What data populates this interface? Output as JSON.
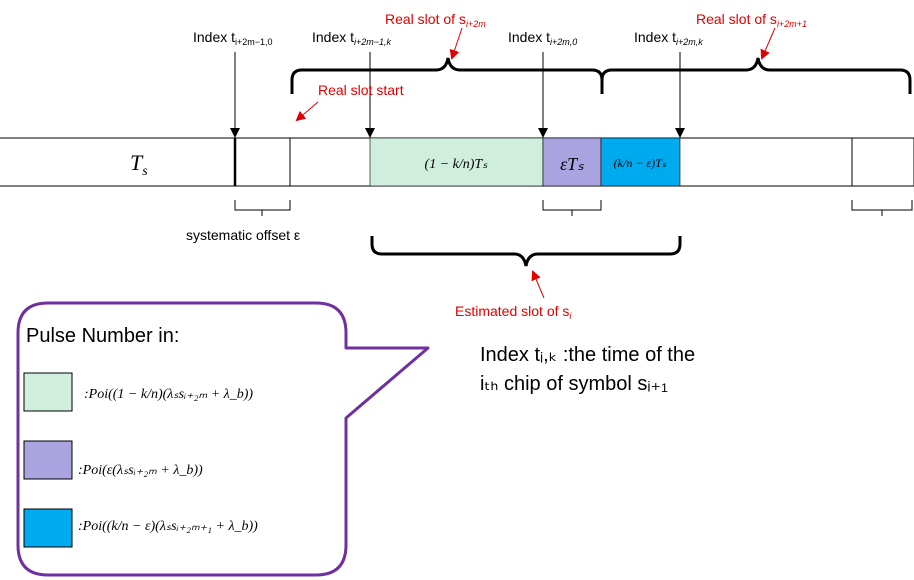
{
  "labels": {
    "index_1": "Index t",
    "index_1_sub": "i+2m−1,0",
    "index_2": "Index t",
    "index_2_sub": "i+2m−1,k",
    "index_3": "Index t",
    "index_3_sub": "i+2m,0",
    "index_4": "Index t",
    "index_4_sub": "i+2m,k",
    "real_slot_1": "Real slot of s",
    "real_slot_1_sub": "i+2m",
    "real_slot_2": "Real slot of s",
    "real_slot_2_sub": "i+2m+1",
    "real_slot_start": "Real slot start",
    "systematic_offset": "systematic offset ε",
    "estimated_slot": "Estimated slot of s",
    "estimated_slot_sub": "i",
    "ts_label": "T",
    "ts_sub": "s",
    "seg_green": "(1 − k/n)Tₛ",
    "seg_purple": "εTₛ",
    "seg_blue": "(k/n − ε)Tₛ"
  },
  "callout": {
    "title": "Pulse Number in:",
    "legend": [
      {
        "formula": ":Poi((1 − k/n)(λₛsᵢ₊₂ₘ + λ_b))",
        "color": "#cfeedd"
      },
      {
        "formula": ":Poi(ε(λₛsᵢ₊₂ₘ + λ_b))",
        "color": "#a9a3e0"
      },
      {
        "formula": ":Poi((k/n − ε)(λₛsᵢ₊₂ₘ₊₁ + λ_b))",
        "color": "#00aaee"
      }
    ]
  },
  "note": {
    "line1": "Index   tᵢ,ₖ :the time of the",
    "line2": "iₜₕ chip of symbol sᵢ₊₁"
  },
  "colors": {
    "green": "#cfeedd",
    "purple": "#a9a3e0",
    "blue": "#00aaee",
    "red": "#e00000",
    "callout_border": "#7030a0"
  }
}
